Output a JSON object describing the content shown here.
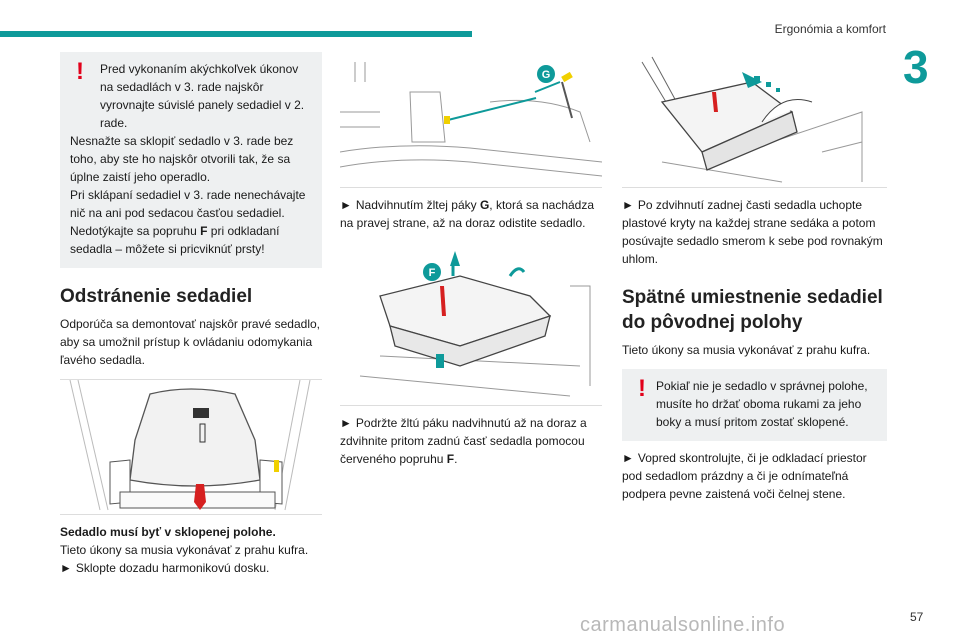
{
  "header": {
    "section_title": "Ergonómia a komfort",
    "chapter_number": "3",
    "accent_color": "#0e9a9a",
    "warning_color": "#e2001a"
  },
  "col1": {
    "warning_lines": [
      "Pred vykonaním akýchkoľvek úkonov na sedadlách v 3. rade najskôr vyrovnajte súvislé panely sedadiel v 2. rade.",
      "Nesnažte sa sklopiť sedadlo v 3. rade bez toho, aby ste ho najskôr otvorili tak, že sa úplne zaistí jeho operadlo.",
      "Pri sklápaní sedadiel v 3. rade nenechávajte nič na ani pod sedacou časťou sedadiel.",
      "Nedotýkajte sa popruhu ",
      "F",
      " pri odkladaní sedadla – môžete si pricviknúť prsty!"
    ],
    "heading": "Odstránenie sedadiel",
    "intro": "Odporúča sa demontovať najskôr pravé sedadlo, aby sa umožnil prístup k ovládaniu odomykania ľavého sedadla.",
    "caption_bold": "Sedadlo musí byť v sklopenej polohe.",
    "caption_text": "Tieto úkony sa musia vykonávať z prahu kufra.",
    "step": "Sklopte dozadu harmonikovú dosku."
  },
  "col2": {
    "step1_a": "Nadvihnutím žltej páky ",
    "step1_b": "G",
    "step1_c": ", ktorá sa nachádza na pravej strane, až na doraz odistite sedadlo.",
    "step2_a": "Podržte žltú páku nadvihnutú až na doraz a zdvihnite pritom zadnú časť sedadla pomocou červeného popruhu ",
    "step2_b": "F",
    "step2_c": ".",
    "label_g": "G",
    "label_f": "F"
  },
  "col3": {
    "step1": "Po zdvihnutí zadnej časti sedadla uchopte plastové kryty na každej strane sedáka a potom posúvajte sedadlo smerom k sebe pod rovnakým uhlom.",
    "heading": "Spätné umiestnenie sedadiel do pôvodnej polohy",
    "intro": "Tieto úkony sa musia vykonávať z prahu kufra.",
    "warning": "Pokiaľ nie je sedadlo v správnej polohe, musíte ho držať oboma rukami za jeho boky a musí pritom zostať sklopené.",
    "step2": "Vopred skontrolujte, či je odkladací priestor pod sedadlom prázdny a či je odnímateľná podpera pevne zaistená voči čelnej stene."
  },
  "footer": {
    "page_number": "57",
    "watermark": "carmanualsonline.info"
  },
  "symbols": {
    "warning": "!",
    "step_arrow": "►"
  }
}
